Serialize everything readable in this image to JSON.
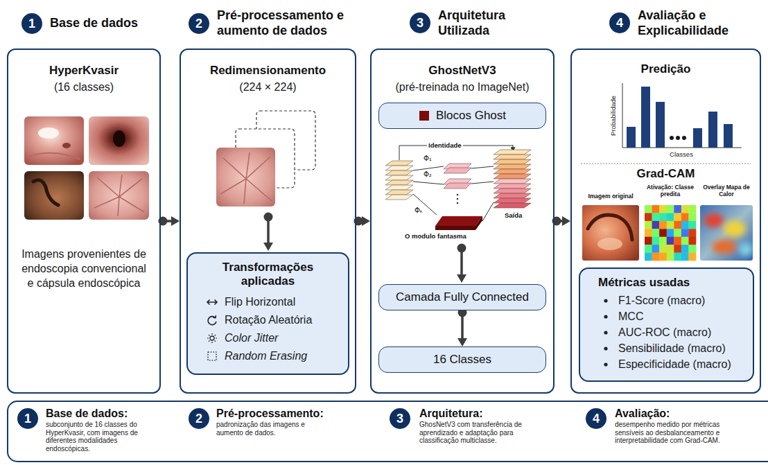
{
  "diagram": {
    "nodes": [
      {
        "text": [
          "Base de dados",
          "HyperKvasir",
          "(16 classes)",
          "Imagens provenientes de endoscopia convencional e cápsula endoscópica"
        ]
      },
      {
        "text": [
          "Pré-processamento e aumento de dados",
          "Redimensionamento",
          "(224 × 224)"
        ]
      },
      {
        "text": [
          "Transformações aplicadas",
          "Flip Horizontal",
          "Rotação Aleatória",
          "Color Jitter",
          "Random Erasing"
        ],
        "in": 1
      },
      {
        "text": [
          "Arquitetura Utilizada",
          "GhostNetV3",
          "(pré-treinada no ImageNet)"
        ]
      },
      {
        "text": [
          "Blocos Ghost"
        ],
        "in": 3
      },
      {
        "text": [
          "Camada Fully Connected"
        ],
        "in": 3
      },
      {
        "text": [
          "16 Classes"
        ],
        "in": 3
      },
      {
        "text": [
          "Avaliação e Explicabilidade",
          "Predição",
          "Probabilidade",
          "Classes",
          "Grad-CAM",
          "Imagem original",
          "Ativação: Classe predita",
          "Overlay Mapa de Calor"
        ]
      },
      {
        "text": [
          "Métricas usadas",
          "F1-Score (macro)",
          "MCC",
          "AUC-ROC (macro)",
          "Sensibilidade (macro)",
          "Especificidade (macro)"
        ],
        "in": 7
      },
      {
        "text": [
          "Base de dados:",
          "subconjunto de 16 classes do HyperKvasir, com imagens de diferentes modalidades endoscópicas."
        ]
      },
      {
        "text": [
          "Pré-processamento:",
          "padronização das imagens e aumento de dados."
        ]
      },
      {
        "text": [
          "Arquitetura:",
          "GhosNetV3 com transferência de aprendizado e adaptação para classificação multiclasse."
        ]
      },
      {
        "text": [
          "Avaliação:",
          "desempenho medido por métricas sensíveis ao desbalanceamento e interpretabilidade com Grad-CAM."
        ]
      }
    ],
    "edges": [
      {
        "from": 0,
        "to": 1,
        "arrow": "to"
      },
      {
        "from": 1,
        "to": 3,
        "arrow": "to"
      },
      {
        "from": 3,
        "to": 7,
        "arrow": "to"
      },
      {
        "from": 5,
        "to": 6,
        "arrow": "to"
      }
    ],
    "labels": [
      "1",
      "2",
      "3",
      "4",
      "1",
      "2",
      "3",
      "4",
      "Identidade",
      "Φ₁",
      "Φ₂",
      "Φₖ",
      "Saída",
      "O modulo fantasma"
    ]
  }
}
